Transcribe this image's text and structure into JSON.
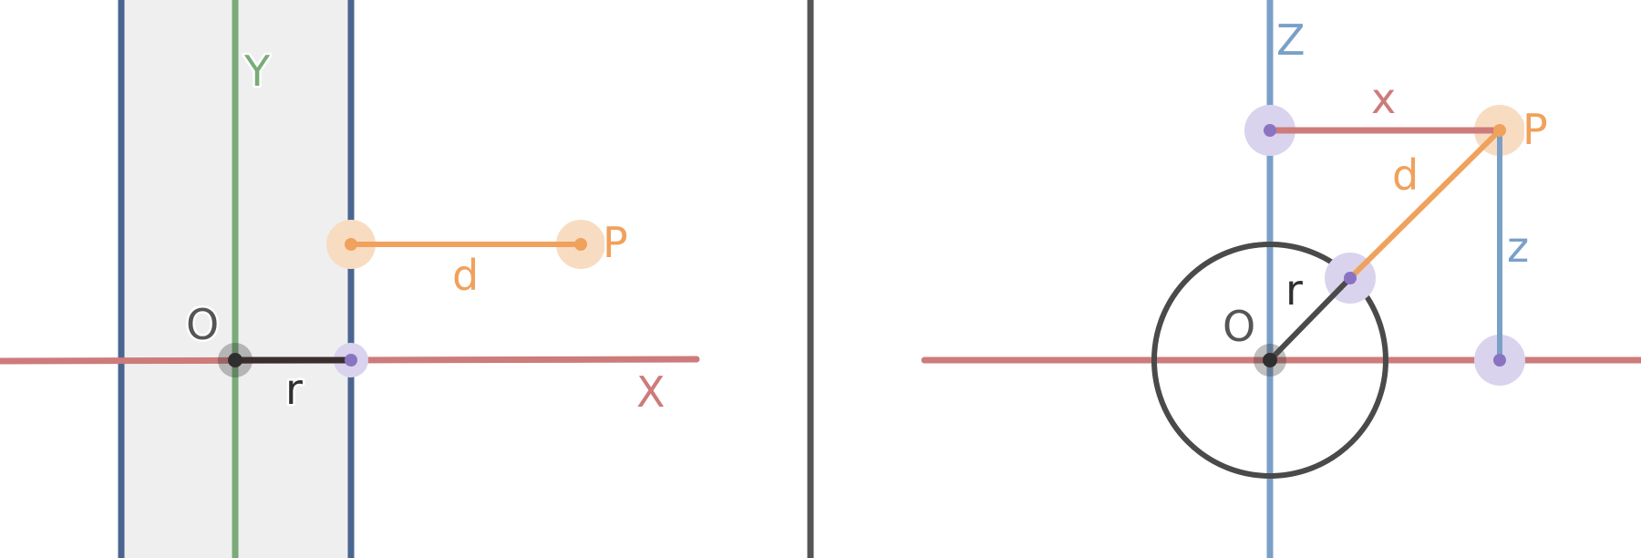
{
  "colors": {
    "x_axis": "#cd7b7b",
    "y_axis": "#7aab78",
    "z_axis": "#7aa0c8",
    "plane_edge": "#4a6690",
    "plane_fill": "#efefef",
    "point_p": "#f0a15c",
    "point_p_halo": "#f8dcc2",
    "projection": "#8a74c2",
    "projection_halo": "#d9d3ee",
    "origin": "#2f2f2f",
    "radius": "#3a2e2e",
    "circle": "#4a4a4a",
    "divider": "#555555"
  },
  "left_panel": {
    "labels": {
      "origin": "O",
      "y_axis": "Y",
      "x_axis": "X",
      "point": "P",
      "distance": "d",
      "radius": "r"
    }
  },
  "right_panel": {
    "labels": {
      "origin": "O",
      "z_axis": "Z",
      "point": "P",
      "distance": "d",
      "radius": "r",
      "x_length": "x",
      "z_length": "z"
    }
  }
}
